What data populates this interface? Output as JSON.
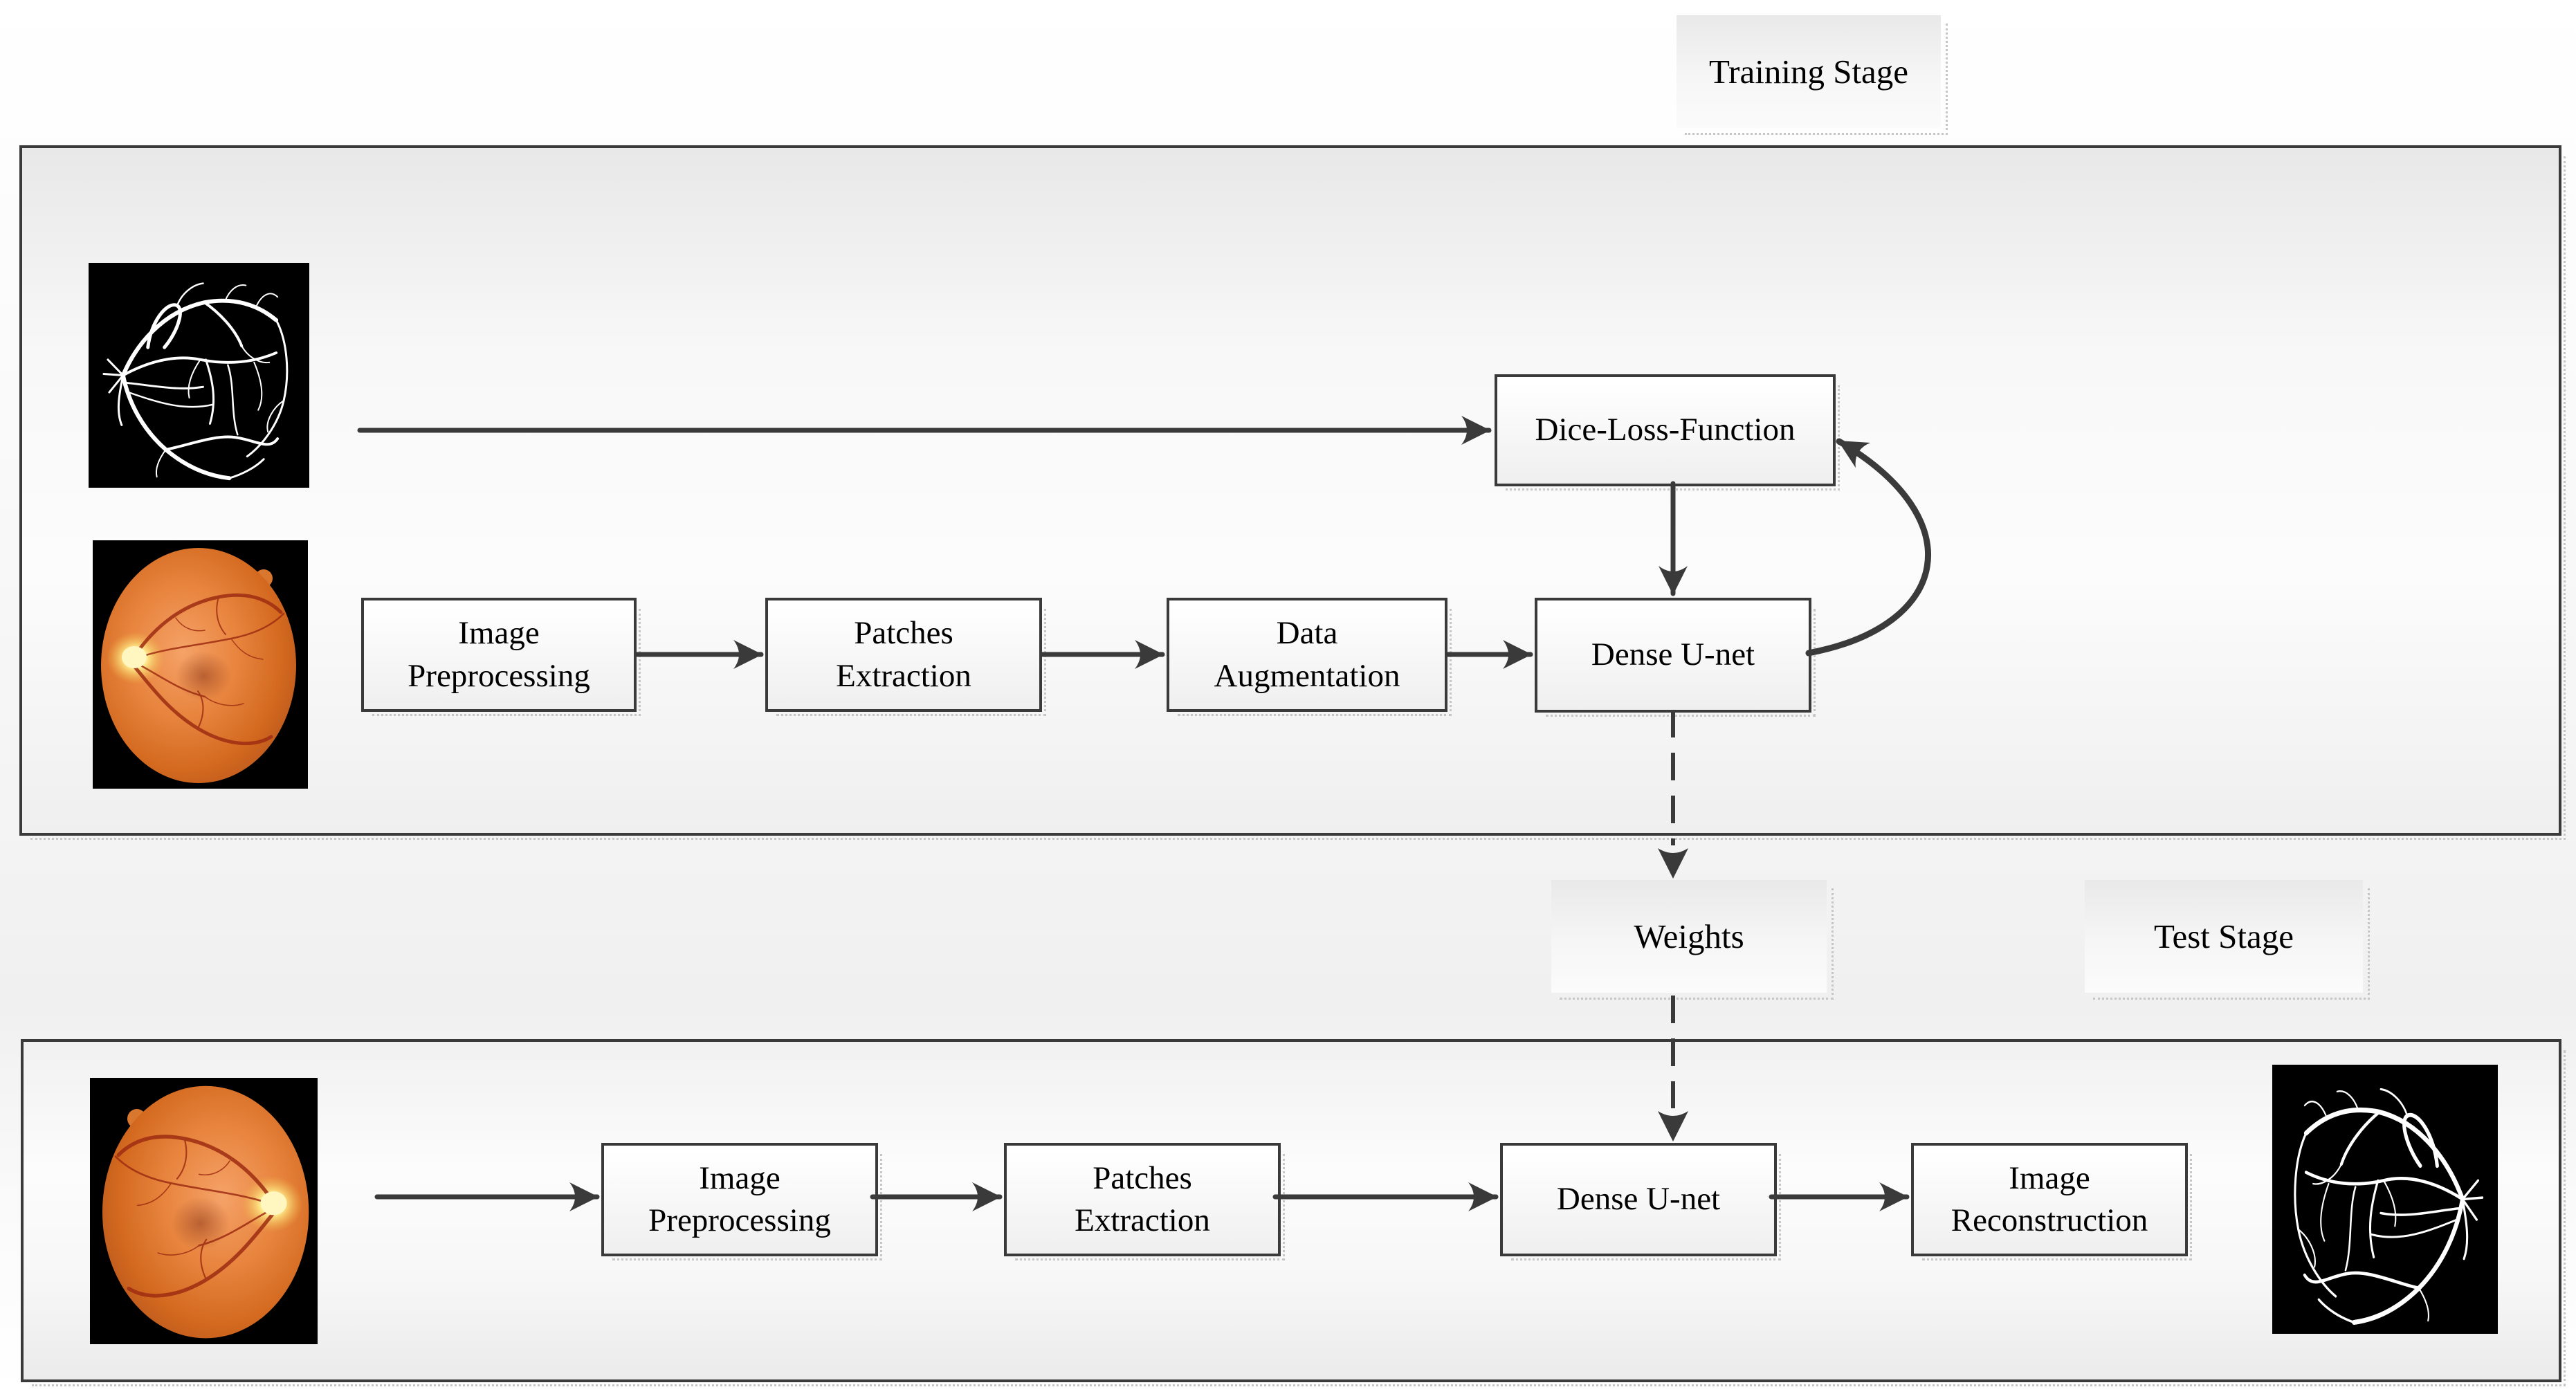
{
  "figure": {
    "training": {
      "stage_label": "Training Stage",
      "boxes": {
        "dice_loss": "Dice-Loss-Function",
        "image_preprocessing": "Image Preprocessing",
        "patches_extraction": "Patches Extraction",
        "data_augmentation": "Data Augmentation",
        "dense_unet": "Dense U-net"
      },
      "images": {
        "groundtruth": "retinal-vessel-groundtruth-mask",
        "fundus": "color-fundus-photograph"
      }
    },
    "weights_label": "Weights",
    "test": {
      "stage_label": "Test Stage",
      "boxes": {
        "image_preprocessing": "Image Preprocessing",
        "patches_extraction": "Patches Extraction",
        "dense_unet": "Dense U-net",
        "image_reconstruction": "Image Reconstruction"
      },
      "images": {
        "fundus": "color-fundus-photograph",
        "segmentation_output": "segmented-vessel-mask"
      }
    },
    "colors": {
      "line_and_border": "#3a3a3a",
      "box_fill_top": "#ffffff",
      "box_fill_bottom": "#efefef",
      "panel_fill_top": "#e8e8e8",
      "panel_fill_bottom": "#ededed",
      "shadow_dots": "#c6c6c6",
      "mask_background": "#000000",
      "mask_vessel": "#ffffff",
      "fundus_orange": "#e8853f",
      "optic_disc_yellow": "#ffe98a",
      "vessel_red": "#9e2d12"
    }
  }
}
